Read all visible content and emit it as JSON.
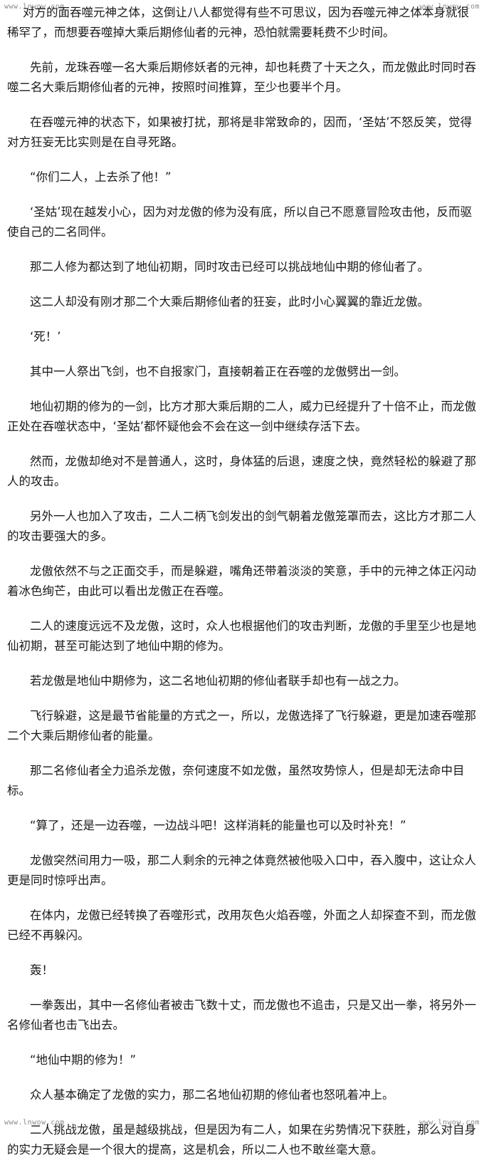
{
  "watermarks": {
    "top_left": "www.lnwow.com",
    "top_right": "www.lnwow.com",
    "bottom_left": "www.lnwow.com",
    "bottom_right": "www.lnwow.com"
  },
  "paragraphs": [
    "对方的面吞噬元神之体，这倒让八人都觉得有些不可思议，因为吞噬元神之体本身就很稀罕了，而想要吞噬掉大乘后期修仙者的元神，恐怕就需要耗费不少时间。",
    "先前，龙珠吞噬一名大乘后期修妖者的元神，却也耗费了十天之久，而龙傲此时同时吞噬二名大乘后期修仙者的元神，按照时间推算，至少也要半个月。",
    "在吞噬元神的状态下，如果被打扰，那将是非常致命的，因而，‘圣姑’不怒反笑，觉得对方狂妄无比实则是在自寻死路。",
    "“你们二人，上去杀了他！”",
    "‘圣姑’现在越发小心，因为对龙傲的修为没有底，所以自己不愿意冒险攻击他，反而驱使自己的二名同伴。",
    "那二人修为都达到了地仙初期，同时攻击已经可以挑战地仙中期的修仙者了。",
    "这二人却没有刚才那二个大乘后期修仙者的狂妄，此时小心翼翼的靠近龙傲。",
    "‘死！’",
    "其中一人祭出飞剑，也不自报家门，直接朝着正在吞噬的龙傲劈出一剑。",
    "地仙初期的修为的一剑，比方才那大乘后期的二人，威力已经提升了十倍不止，而龙傲正处在吞噬状态中，‘圣姑’都怀疑他会不会在这一剑中继续存活下去。",
    "然而，龙傲却绝对不是普通人，这时，身体猛的后退，速度之快，竟然轻松的躲避了那人的攻击。",
    "另外一人也加入了攻击，二人二柄飞剑发出的剑气朝着龙傲笼罩而去，这比方才那二人的攻击要强大的多。",
    "龙傲依然不与之正面交手，而是躲避，嘴角还带着淡淡的笑意，手中的元神之体正闪动着冰色绚芒，由此可以看出龙傲正在吞噬。",
    "二人的速度远远不及龙傲，这时，众人也根据他们的攻击判断，龙傲的手里至少也是地仙初期，甚至可能达到了地仙中期的修为。",
    "若龙傲是地仙中期修为，这二名地仙初期的修仙者联手却也有一战之力。",
    "飞行躲避，这是最节省能量的方式之一，所以，龙傲选择了飞行躲避，更是加速吞噬那二个大乘后期修仙者的能量。",
    "那二名修仙者全力追杀龙傲，奈何速度不如龙傲，虽然攻势惊人，但是却无法命中目标。",
    "“算了，还是一边吞噬，一边战斗吧！这样消耗的能量也可以及时补充！”",
    "龙傲突然间用力一吸，那二人剩余的元神之体竟然被他吸入口中，吞入腹中，这让众人更是同时惊呼出声。",
    "在体内，龙傲已经转换了吞噬形式，改用灰色火焰吞噬，外面之人却探查不到，而龙傲已经不再躲闪。",
    "轰！",
    "一拳轰出，其中一名修仙者被击飞数十丈，而龙傲也不追击，只是又出一拳，将另外一名修仙者也击飞出去。",
    "“地仙中期的修为！”",
    "众人基本确定了龙傲的实力，那二名地仙初期的修仙者也怒吼着冲上。",
    "二人挑战龙傲，虽是越级挑战，但是因为有二人，如果在劣势情况下获胜，那么对自身的实力无疑会是一个很大的提高，这是机会，所以二人也不敢丝毫大意。"
  ]
}
